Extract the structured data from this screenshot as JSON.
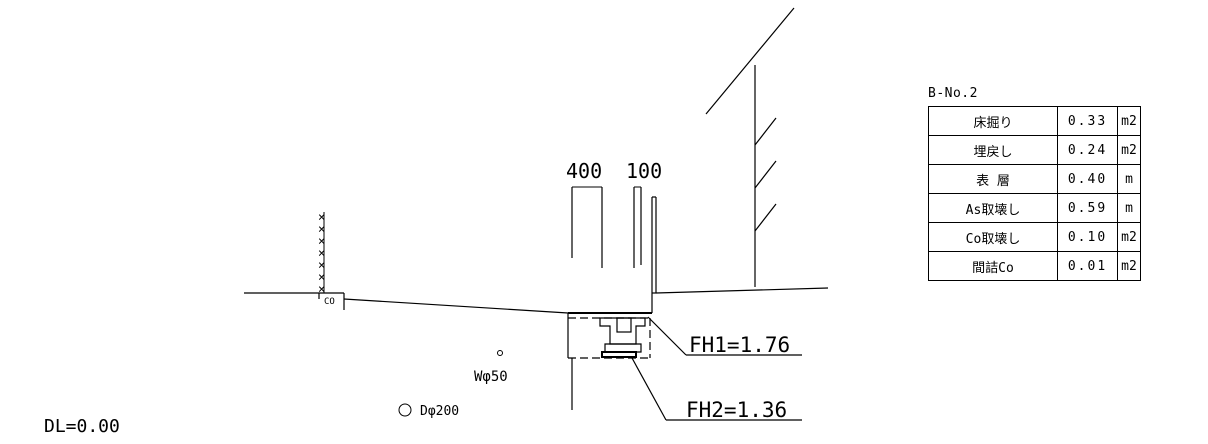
{
  "dimensions": {
    "left": "400",
    "right": "100"
  },
  "labels": {
    "fh1": "FH1=1.76",
    "fh2": "FH2=1.36",
    "co": "CO",
    "water_pipe": "Wφ50",
    "drain_pipe": "Dφ200",
    "datum": "DL=0.00"
  },
  "quantities": {
    "title": "B-No.2",
    "rows": [
      {
        "name": "床掘り",
        "value": "0.33",
        "unit": "m2"
      },
      {
        "name": "埋戻し",
        "value": "0.24",
        "unit": "m2"
      },
      {
        "name": "表 層",
        "value": "0.40",
        "unit": "m"
      },
      {
        "name": "As取壊し",
        "value": "0.59",
        "unit": "m"
      },
      {
        "name": "Co取壊し",
        "value": "0.10",
        "unit": "m2"
      },
      {
        "name": "間詰Co",
        "value": "0.01",
        "unit": "m2"
      }
    ]
  }
}
